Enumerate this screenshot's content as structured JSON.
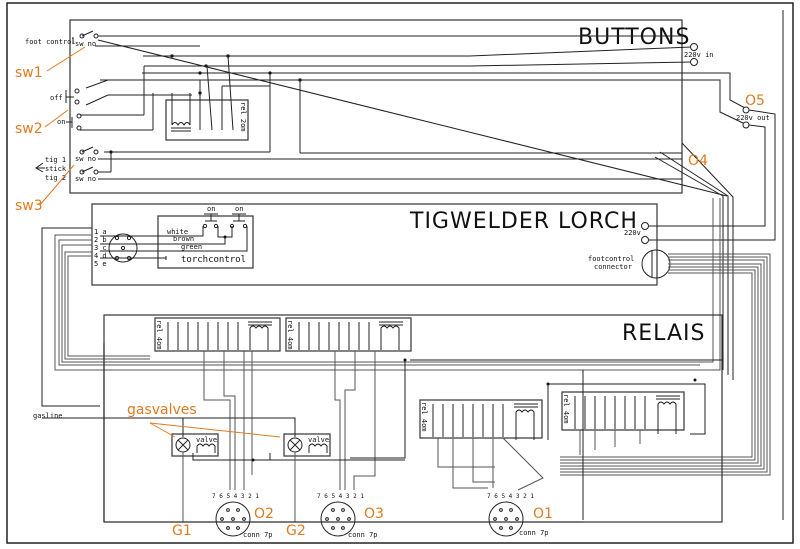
{
  "diagram": {
    "blocks": {
      "buttons": "BUTTONS",
      "tigwelder": "TIGWELDER LORCH",
      "relais": "RELAIS"
    },
    "labels": {
      "foot_control": "foot control",
      "sw_no": "sw  no",
      "off": "off",
      "on": "on",
      "tig1": "tig 1",
      "stick": "stick",
      "tig2": "tig 2",
      "v220_in": "220v in",
      "v220_out": "220v out",
      "v220": "220v",
      "footcontrol_connector_1": "footcontrol",
      "footcontrol_connector_2": "connector",
      "torchcontrol": "torchcontrol",
      "white": "white",
      "brown": "brown",
      "green": "green",
      "torch_on_1": "on",
      "torch_on_2": "on",
      "gasline": "gasline",
      "valve": "valve",
      "conn7p": "conn 7p",
      "conn_pins": "7 6 5 4 3 2 1",
      "rel_2om": "rel 2om",
      "rel_4om": "rel 4om",
      "pins_abcde": [
        "1 a",
        "2 b",
        "3 c",
        "4 d",
        "5 e"
      ]
    },
    "annotations": {
      "sw1": "sw1",
      "sw2": "sw2",
      "sw3": "sw3",
      "o1": "O1",
      "o2": "O2",
      "o3": "O3",
      "o4": "O4",
      "o5": "O5",
      "g1": "G1",
      "g2": "G2",
      "gasvalves": "gasvalves"
    },
    "colors": {
      "annotation": "#e07b20",
      "wire": "#222222"
    }
  }
}
